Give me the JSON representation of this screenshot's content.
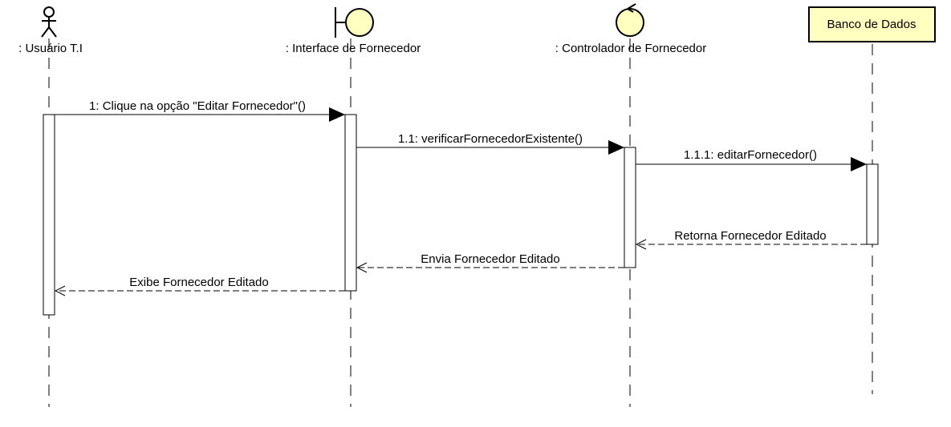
{
  "participants": [
    {
      "id": "usuario",
      "name": ": Usuário T.I",
      "kind": "actor"
    },
    {
      "id": "interface",
      "name": ": Interface de Fornecedor",
      "kind": "boundary"
    },
    {
      "id": "controlador",
      "name": ": Controlador de Fornecedor",
      "kind": "control"
    },
    {
      "id": "banco",
      "name": "Banco de Dados",
      "kind": "object"
    }
  ],
  "messages": [
    {
      "label": "1: Clique na opção \"Editar Fornecedor\"()",
      "from": "usuario",
      "to": "interface",
      "type": "sync"
    },
    {
      "label": "1.1: verificarFornecedorExistente()",
      "from": "interface",
      "to": "controlador",
      "type": "sync"
    },
    {
      "label": "1.1.1: editarFornecedor()",
      "from": "controlador",
      "to": "banco",
      "type": "sync"
    },
    {
      "label": "Retorna Fornecedor Editado",
      "from": "banco",
      "to": "controlador",
      "type": "return"
    },
    {
      "label": "Envia Fornecedor Editado",
      "from": "controlador",
      "to": "interface",
      "type": "return"
    },
    {
      "label": "Exibe Fornecedor Editado",
      "from": "interface",
      "to": "usuario",
      "type": "return"
    }
  ],
  "colors": {
    "symbol_fill": "#ffffc0",
    "line": "#000000",
    "background": "#ffffff"
  }
}
